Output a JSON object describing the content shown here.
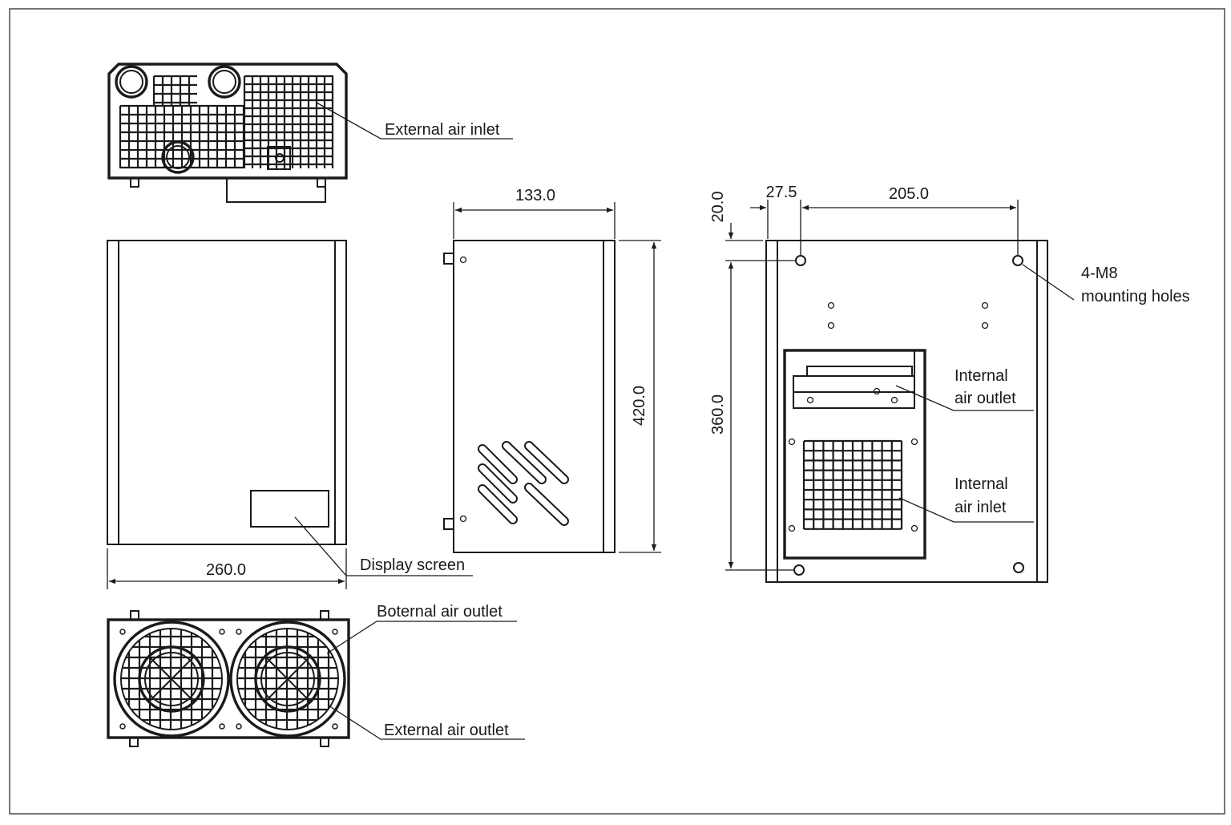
{
  "labels": {
    "external_air_inlet": "External air inlet",
    "display_screen": "Display screen",
    "boternal_air_outlet": "Boternal air outlet",
    "external_air_outlet": "External air outlet",
    "mounting_holes_line1": "4-M8",
    "mounting_holes_line2": "mounting holes",
    "internal_outlet_line1": "Internal",
    "internal_outlet_line2": "air outlet",
    "internal_inlet_line1": "Internal",
    "internal_inlet_line2": "air inlet"
  },
  "dimensions": {
    "front_width": "260.0",
    "side_depth": "133.0",
    "height": "420.0",
    "top_offset": "20.0",
    "side_offset": "27.5",
    "hole_spacing_horizontal": "205.0",
    "hole_spacing_vertical": "360.0"
  }
}
